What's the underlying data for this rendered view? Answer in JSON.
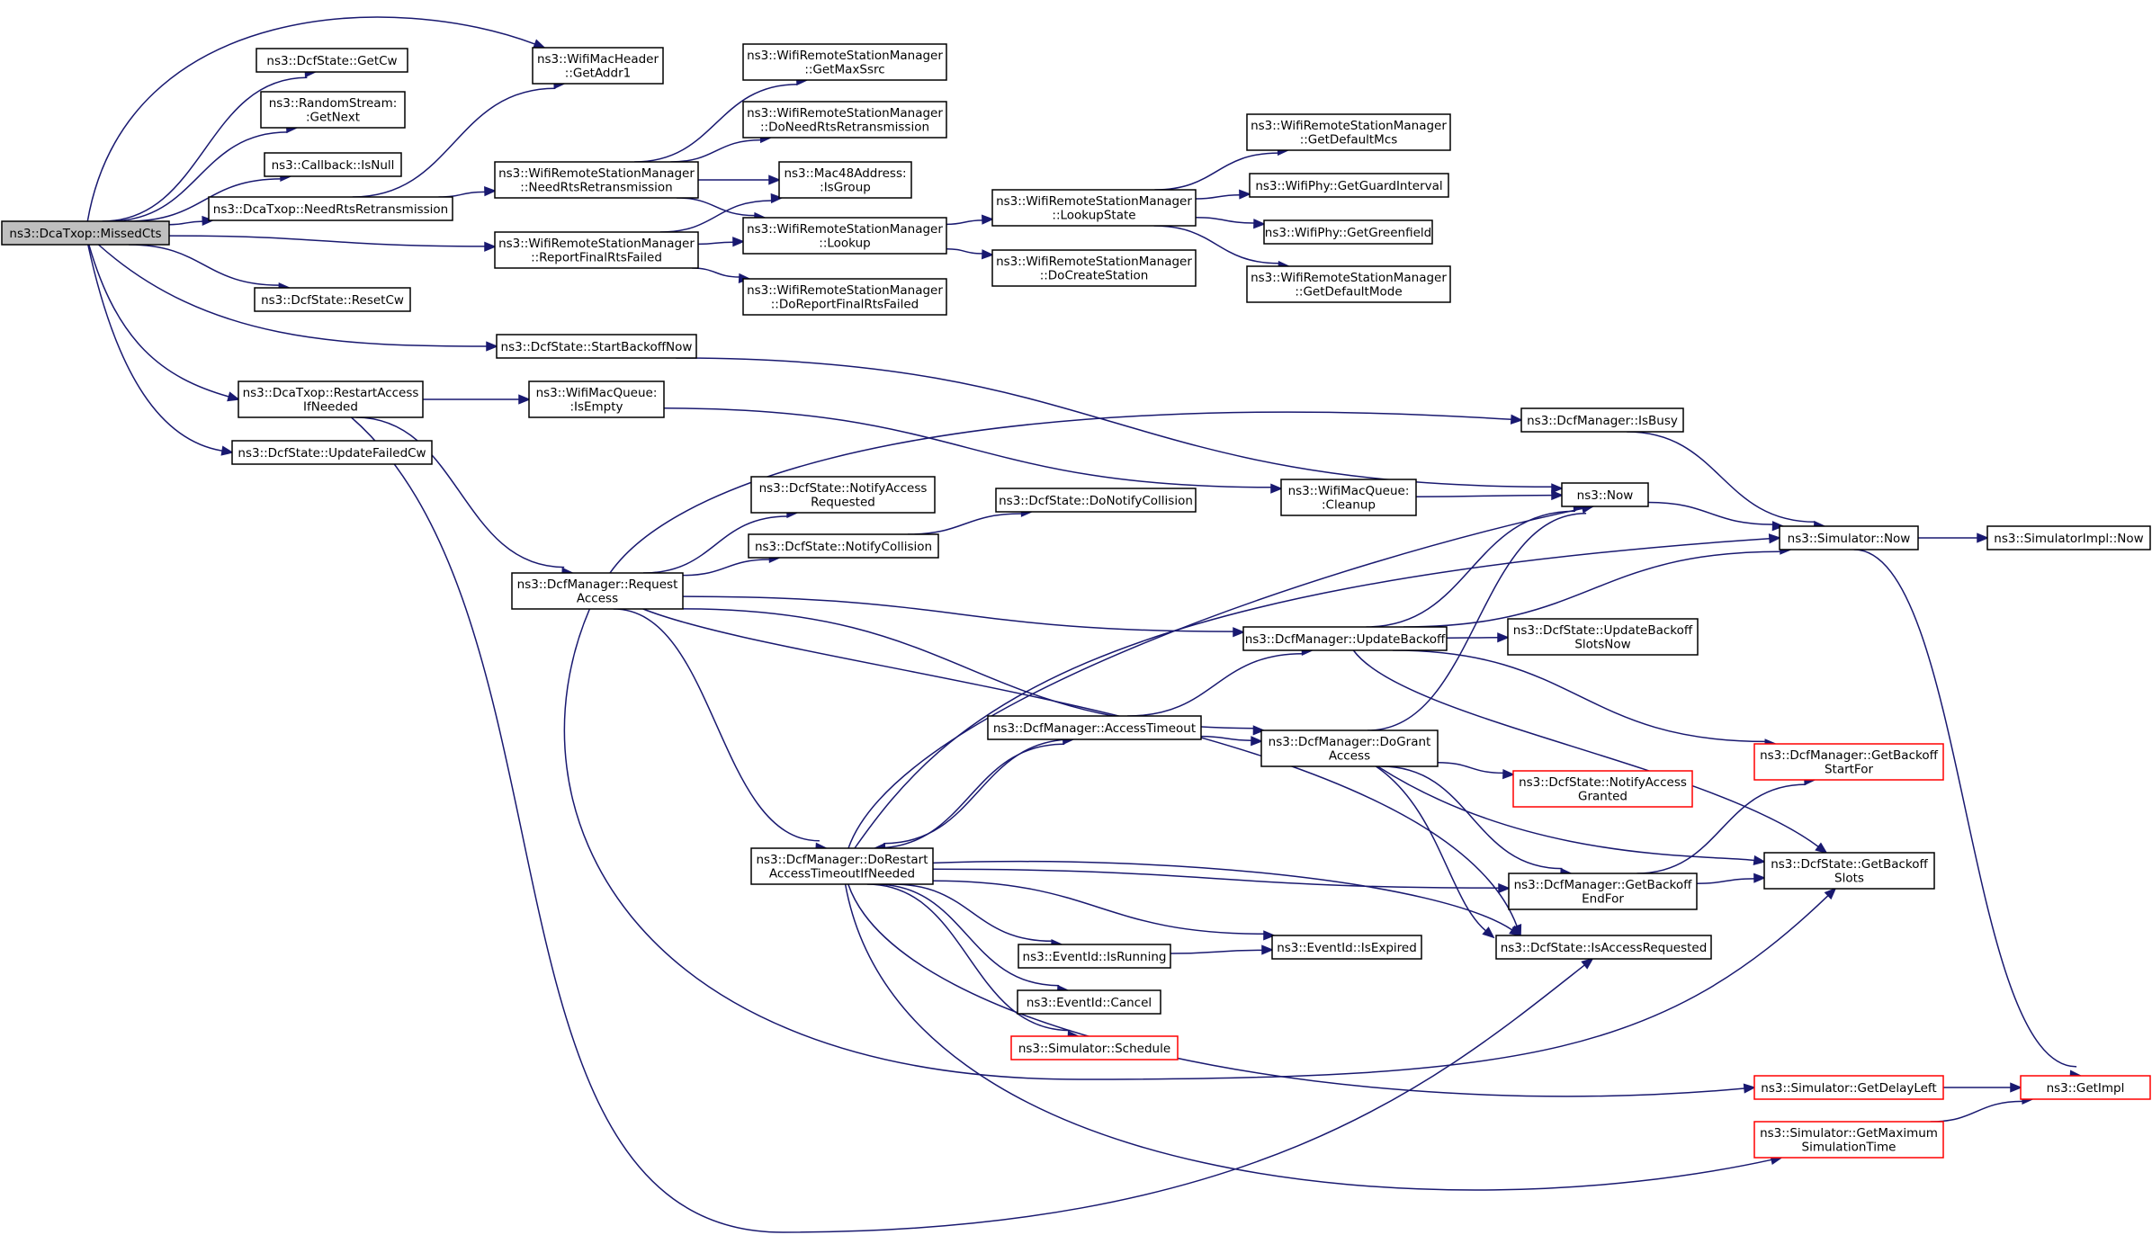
{
  "nodes": [
    {
      "id": "root",
      "lines": [
        "ns3::DcaTxop::MissedCts"
      ]
    },
    {
      "id": "getcw",
      "lines": [
        "ns3::DcfState::GetCw"
      ]
    },
    {
      "id": "random",
      "lines": [
        "ns3::RandomStream:",
        ":GetNext"
      ]
    },
    {
      "id": "isnull",
      "lines": [
        "ns3::Callback::IsNull"
      ]
    },
    {
      "id": "dcaneedrts",
      "lines": [
        "ns3::DcaTxop::NeedRtsRetransmission"
      ]
    },
    {
      "id": "resetcw",
      "lines": [
        "ns3::DcfState::ResetCw"
      ]
    },
    {
      "id": "restart",
      "lines": [
        "ns3::DcaTxop::RestartAccess",
        "IfNeeded"
      ]
    },
    {
      "id": "updfailcw",
      "lines": [
        "ns3::DcfState::UpdateFailedCw"
      ]
    },
    {
      "id": "getaddr1",
      "lines": [
        "ns3::WifiMacHeader",
        "::GetAddr1"
      ]
    },
    {
      "id": "wrsmneedrts",
      "lines": [
        "ns3::WifiRemoteStationManager",
        "::NeedRtsRetransmission"
      ]
    },
    {
      "id": "reportfinal",
      "lines": [
        "ns3::WifiRemoteStationManager",
        "::ReportFinalRtsFailed"
      ]
    },
    {
      "id": "startbackoff",
      "lines": [
        "ns3::DcfState::StartBackoffNow"
      ]
    },
    {
      "id": "isempty",
      "lines": [
        "ns3::WifiMacQueue:",
        ":IsEmpty"
      ]
    },
    {
      "id": "getmaxssrc",
      "lines": [
        "ns3::WifiRemoteStationManager",
        "::GetMaxSsrc"
      ]
    },
    {
      "id": "doneedrts",
      "lines": [
        "ns3::WifiRemoteStationManager",
        "::DoNeedRtsRetransmission"
      ]
    },
    {
      "id": "isgroup",
      "lines": [
        "ns3::Mac48Address:",
        ":IsGroup"
      ]
    },
    {
      "id": "lookup",
      "lines": [
        "ns3::WifiRemoteStationManager",
        "::Lookup"
      ]
    },
    {
      "id": "doreport",
      "lines": [
        "ns3::WifiRemoteStationManager",
        "::DoReportFinalRtsFailed"
      ]
    },
    {
      "id": "lookupstate",
      "lines": [
        "ns3::WifiRemoteStationManager",
        "::LookupState"
      ]
    },
    {
      "id": "docreate",
      "lines": [
        "ns3::WifiRemoteStationManager",
        "::DoCreateStation"
      ]
    },
    {
      "id": "getdefmcs",
      "lines": [
        "ns3::WifiRemoteStationManager",
        "::GetDefaultMcs"
      ]
    },
    {
      "id": "getguard",
      "lines": [
        "ns3::WifiPhy::GetGuardInterval"
      ]
    },
    {
      "id": "getgreen",
      "lines": [
        "ns3::WifiPhy::GetGreenfield"
      ]
    },
    {
      "id": "getdefmode",
      "lines": [
        "ns3::WifiRemoteStationManager",
        "::GetDefaultMode"
      ]
    },
    {
      "id": "isbusy",
      "lines": [
        "ns3::DcfManager::IsBusy"
      ]
    },
    {
      "id": "cleanup",
      "lines": [
        "ns3::WifiMacQueue:",
        ":Cleanup"
      ]
    },
    {
      "id": "now",
      "lines": [
        "ns3::Now"
      ]
    },
    {
      "id": "simnow",
      "lines": [
        "ns3::Simulator::Now"
      ]
    },
    {
      "id": "simimplnow",
      "lines": [
        "ns3::SimulatorImpl::Now"
      ]
    },
    {
      "id": "notifyacc",
      "lines": [
        "ns3::DcfState::NotifyAccess",
        "Requested"
      ]
    },
    {
      "id": "notifycoll",
      "lines": [
        "ns3::DcfState::NotifyCollision"
      ]
    },
    {
      "id": "donotifycoll",
      "lines": [
        "ns3::DcfState::DoNotifyCollision"
      ]
    },
    {
      "id": "reqaccess",
      "lines": [
        "ns3::DcfManager::Request",
        "Access"
      ]
    },
    {
      "id": "updbackoff",
      "lines": [
        "ns3::DcfManager::UpdateBackoff"
      ]
    },
    {
      "id": "updbackslots",
      "lines": [
        "ns3::DcfState::UpdateBackoff",
        "SlotsNow"
      ]
    },
    {
      "id": "acctimeout",
      "lines": [
        "ns3::DcfManager::AccessTimeout"
      ]
    },
    {
      "id": "dogrant",
      "lines": [
        "ns3::DcfManager::DoGrant",
        "Access"
      ]
    },
    {
      "id": "notifygranted",
      "lines": [
        "ns3::DcfState::NotifyAccess",
        "Granted"
      ],
      "red": true
    },
    {
      "id": "getbackstart",
      "lines": [
        "ns3::DcfManager::GetBackoff",
        "StartFor"
      ],
      "red": true
    },
    {
      "id": "dorestart",
      "lines": [
        "ns3::DcfManager::DoRestart",
        "AccessTimeoutIfNeeded"
      ]
    },
    {
      "id": "getbackend",
      "lines": [
        "ns3::DcfManager::GetBackoff",
        "EndFor"
      ]
    },
    {
      "id": "getbackslots",
      "lines": [
        "ns3::DcfState::GetBackoff",
        "Slots"
      ]
    },
    {
      "id": "isrunning",
      "lines": [
        "ns3::EventId::IsRunning"
      ]
    },
    {
      "id": "isexpired",
      "lines": [
        "ns3::EventId::IsExpired"
      ]
    },
    {
      "id": "isaccreq",
      "lines": [
        "ns3::DcfState::IsAccessRequested"
      ]
    },
    {
      "id": "cancel",
      "lines": [
        "ns3::EventId::Cancel"
      ]
    },
    {
      "id": "schedule",
      "lines": [
        "ns3::Simulator::Schedule"
      ],
      "red": true
    },
    {
      "id": "getdelay",
      "lines": [
        "ns3::Simulator::GetDelayLeft"
      ],
      "red": true
    },
    {
      "id": "getmaxsim",
      "lines": [
        "ns3::Simulator::GetMaximum",
        "SimulationTime"
      ],
      "red": true
    },
    {
      "id": "getimpl",
      "lines": [
        "ns3::GetImpl"
      ],
      "red": true
    }
  ],
  "edges": [
    [
      "root",
      "getcw"
    ],
    [
      "root",
      "random"
    ],
    [
      "root",
      "isnull"
    ],
    [
      "root",
      "dcaneedrts"
    ],
    [
      "root",
      "resetcw"
    ],
    [
      "root",
      "restart"
    ],
    [
      "root",
      "updfailcw"
    ],
    [
      "root",
      "getaddr1"
    ],
    [
      "root",
      "reportfinal"
    ],
    [
      "root",
      "startbackoff"
    ],
    [
      "dcaneedrts",
      "getaddr1"
    ],
    [
      "dcaneedrts",
      "wrsmneedrts"
    ],
    [
      "wrsmneedrts",
      "getmaxssrc"
    ],
    [
      "wrsmneedrts",
      "doneedrts"
    ],
    [
      "wrsmneedrts",
      "isgroup"
    ],
    [
      "wrsmneedrts",
      "lookup"
    ],
    [
      "reportfinal",
      "isgroup"
    ],
    [
      "reportfinal",
      "lookup"
    ],
    [
      "reportfinal",
      "doreport"
    ],
    [
      "lookup",
      "lookupstate"
    ],
    [
      "lookup",
      "docreate"
    ],
    [
      "lookupstate",
      "getdefmcs"
    ],
    [
      "lookupstate",
      "getguard"
    ],
    [
      "lookupstate",
      "getgreen"
    ],
    [
      "lookupstate",
      "getdefmode"
    ],
    [
      "startbackoff",
      "now"
    ],
    [
      "restart",
      "isempty"
    ],
    [
      "restart",
      "reqaccess"
    ],
    [
      "restart",
      "isaccreq"
    ],
    [
      "isempty",
      "cleanup"
    ],
    [
      "cleanup",
      "now"
    ],
    [
      "now",
      "simnow"
    ],
    [
      "simnow",
      "simimplnow"
    ],
    [
      "simnow",
      "getimpl"
    ],
    [
      "isbusy",
      "simnow"
    ],
    [
      "reqaccess",
      "isbusy"
    ],
    [
      "reqaccess",
      "notifyacc"
    ],
    [
      "reqaccess",
      "notifycoll"
    ],
    [
      "reqaccess",
      "updbackoff"
    ],
    [
      "reqaccess",
      "dogrant"
    ],
    [
      "reqaccess",
      "isaccreq"
    ],
    [
      "reqaccess",
      "dorestart"
    ],
    [
      "reqaccess",
      "getbackslots"
    ],
    [
      "notifycoll",
      "donotifycoll"
    ],
    [
      "updbackoff",
      "now"
    ],
    [
      "updbackoff",
      "simnow"
    ],
    [
      "updbackoff",
      "updbackslots"
    ],
    [
      "updbackoff",
      "getbackstart"
    ],
    [
      "updbackoff",
      "getbackslots"
    ],
    [
      "acctimeout",
      "updbackoff"
    ],
    [
      "acctimeout",
      "dogrant"
    ],
    [
      "acctimeout",
      "dorestart"
    ],
    [
      "dogrant",
      "now"
    ],
    [
      "dogrant",
      "notifygranted"
    ],
    [
      "dogrant",
      "getbackend"
    ],
    [
      "dogrant",
      "getbackslots"
    ],
    [
      "dogrant",
      "isaccreq"
    ],
    [
      "getbackend",
      "getbackstart"
    ],
    [
      "getbackend",
      "getbackslots"
    ],
    [
      "dorestart",
      "acctimeout"
    ],
    [
      "dorestart",
      "now"
    ],
    [
      "dorestart",
      "simnow"
    ],
    [
      "dorestart",
      "getbackend"
    ],
    [
      "dorestart",
      "isaccreq"
    ],
    [
      "dorestart",
      "isrunning"
    ],
    [
      "dorestart",
      "isexpired"
    ],
    [
      "dorestart",
      "cancel"
    ],
    [
      "dorestart",
      "schedule"
    ],
    [
      "dorestart",
      "getdelay"
    ],
    [
      "dorestart",
      "getmaxsim"
    ],
    [
      "isrunning",
      "isexpired"
    ],
    [
      "getdelay",
      "getimpl"
    ],
    [
      "getmaxsim",
      "getimpl"
    ]
  ]
}
